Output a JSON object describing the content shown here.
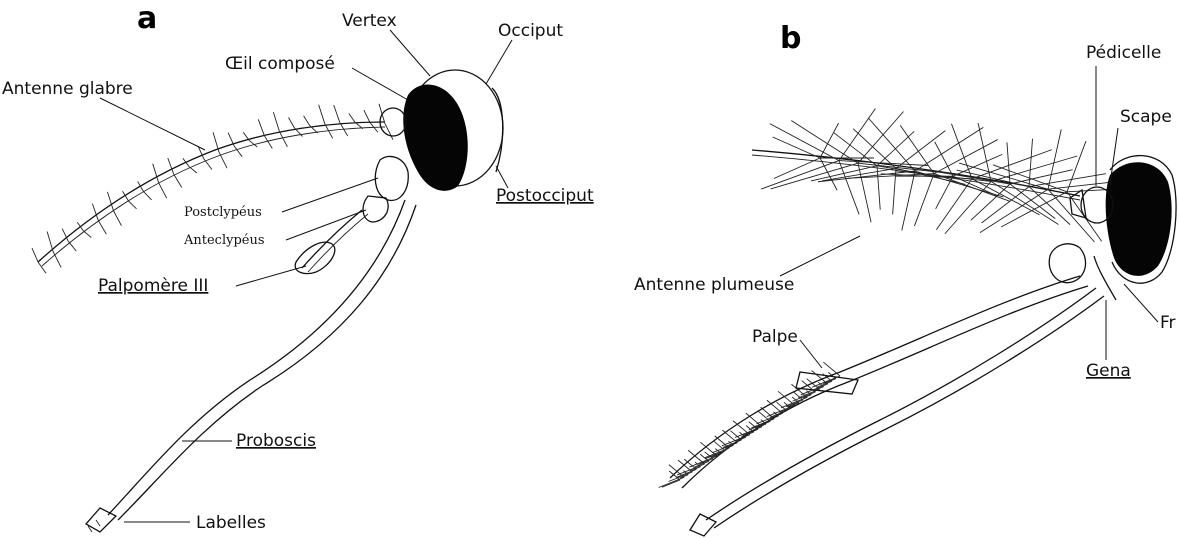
{
  "panels": [
    {
      "letter": "a",
      "labels": {
        "vertex": "Vertex",
        "occiput": "Occiput",
        "oeil_compose": "Œil composé",
        "antenne_glabre": "Antenne glabre",
        "postocciput": "Postocciput",
        "postclypeus": "Postclypéus",
        "anteclypeus": "Anteclypéus",
        "palpomere": "Palpomère III",
        "proboscis": "Proboscis",
        "labelles": "Labelles"
      }
    },
    {
      "letter": "b",
      "labels": {
        "pedicelle": "Pédicelle",
        "scape": "Scape",
        "antenne_plumeuse": "Antenne plumeuse",
        "fr": "Fr",
        "palpe": "Palpe",
        "gena": "Gena"
      }
    }
  ],
  "colors": {
    "ink": "#111111",
    "background": "#ffffff"
  }
}
